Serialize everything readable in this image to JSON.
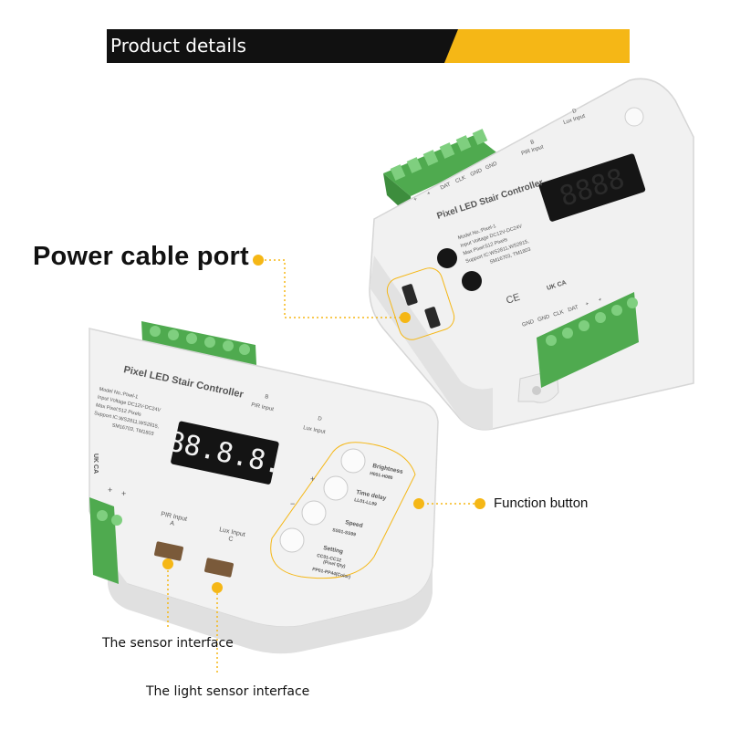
{
  "header": {
    "title": "Product details"
  },
  "callouts": {
    "power": "Power cable port",
    "function": "Function button",
    "sensor": "The sensor interface",
    "light_sensor": "The light sensor interface"
  },
  "device": {
    "name": "Pixel LED Stair Controller",
    "display": "88.8.8.",
    "model": "Model No.:Pixel-1",
    "input_voltage": "Input Voltage  DC12V-DC24V",
    "max_pixel": "Max Pixel:512 Pixels",
    "support_ic": "Support IC:WS2811,WS2815,",
    "support_ic2": "SM16703, TM1803",
    "terminal_labels": [
      "+",
      "+",
      "DAT",
      "CLK",
      "GND",
      "GND"
    ],
    "port_b": "B",
    "pir_input": "PIR Input",
    "port_d": "D",
    "lux_input": "Lux Input",
    "pir_input_a": "PIR Input",
    "port_a": "A",
    "lux_input_c": "Lux Input",
    "port_c": "C",
    "buttons": [
      {
        "label": "Brightness",
        "sub": "H001-H080"
      },
      {
        "label": "Time delay",
        "sub": "LL01-LL99"
      },
      {
        "label": "Speed",
        "sub": "SS01-SS99"
      },
      {
        "label": "Setting",
        "sub": "CC01-CC12"
      }
    ],
    "setting_extra": "(Pixel Qty)",
    "setting_extra2": "PP01-PP44(Color)",
    "bottom_terminal_labels": [
      "GND",
      "GND",
      "CLK",
      "DAT",
      "+",
      "+"
    ],
    "marks": [
      "CE",
      "UK CA"
    ]
  },
  "colors": {
    "accent": "#f5b716",
    "banner": "#111111",
    "terminal": "#5cb85c",
    "display": "#ff2a2a"
  }
}
